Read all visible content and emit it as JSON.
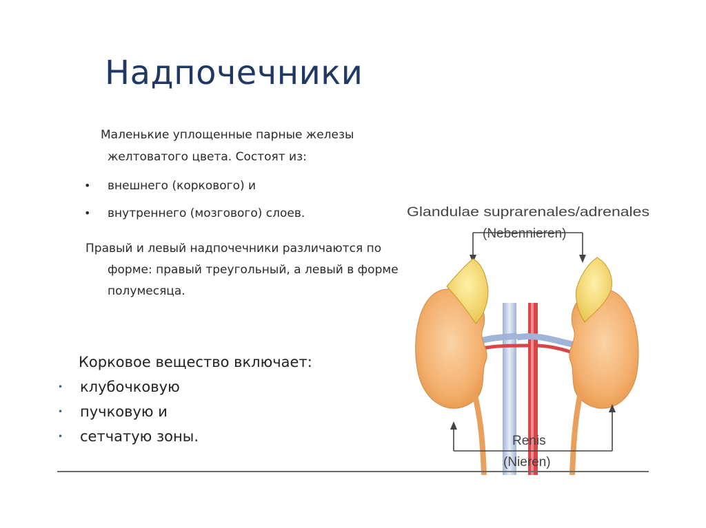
{
  "title": "Надпочечники",
  "intro": {
    "line1": "Маленькие уплощенные парные железы",
    "line2": "желтоватого цвета. Состоят из:",
    "bullets": [
      "внешнего (коркового) и",
      "внутреннего (мозгового) слоев."
    ]
  },
  "shape_text": {
    "line1": "Правый и левый надпочечники различаются по",
    "line2": "форме: правый треугольный, а левый в форме",
    "line3": "полумесяца."
  },
  "cortex": {
    "heading": "Корковое вещество включает:",
    "items": [
      "клубочковую",
      "пучковую и",
      "сетчатую зоны."
    ]
  },
  "figure": {
    "label_top_1": "Glandulae suprarenales/adrenales",
    "label_top_2": "(Nebennieren)",
    "label_bottom_1": "Renis",
    "label_bottom_2": "(Nieren)"
  }
}
